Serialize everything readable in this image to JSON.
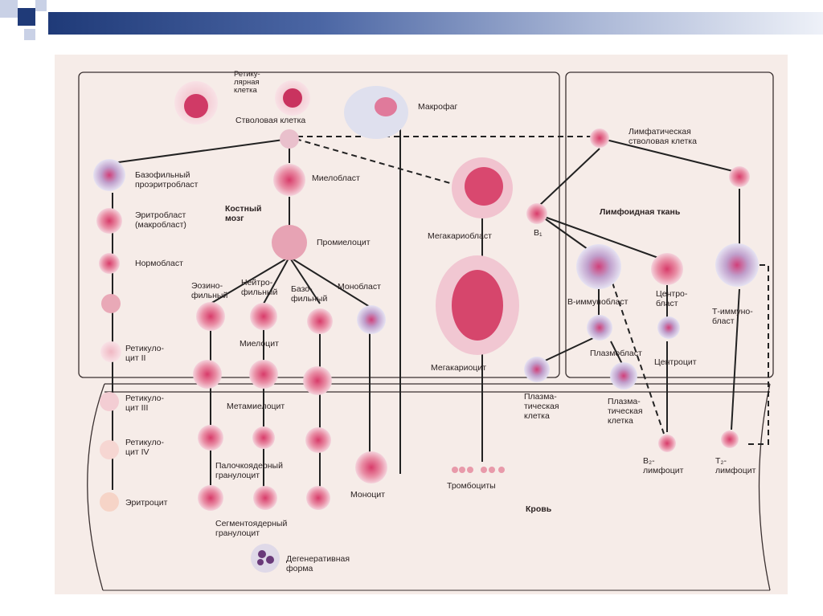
{
  "labels": {
    "reticular": "Ретику-\nлярная\nклетка",
    "stem": "Стволовая клетка",
    "macrophage": "Макрофаг",
    "lymph_stem": "Лимфатическая\nстволовая клетка",
    "baso_proerythroblast": "Базофильный\nпроэритробласт",
    "erythroblast": "Эритробласт\n(макробласт)",
    "normoblast": "Нормобласт",
    "reticulocyte2": "Ретикуло-\nцит II",
    "reticulocyte3": "Ретикуло-\nцит III",
    "reticulocyte4": "Ретикуло-\nцит IV",
    "erythrocyte": "Эритроцит",
    "bone_marrow": "Костный\nмозг",
    "myeloblast": "Миелобласт",
    "promyelocyte": "Промиелоцит",
    "eosino": "Эозино-\nфильный",
    "neutro": "Нейтро-\nфильный",
    "baso": "Базо-\nфильный",
    "monoblast": "Монобласт",
    "myelocyte": "Миелоцит",
    "metamyelocyte": "Метамиелоцит",
    "band": "Палочкоядерный\nгранулоцит",
    "segmented": "Сегментоядерный\nгранулоцит",
    "degenerative": "Дегенеративная\nформа",
    "monocyte": "Моноцит",
    "megakaryoblast": "Мегакариобласт",
    "megakaryocyte": "Мегакариоцит",
    "platelets": "Тромбоциты",
    "lymphoid": "Лимфоидная ткань",
    "b1": "B₁",
    "b_immunoblast": "В-иммунобласт",
    "centroblast": "Центро-\nбласт",
    "t_immunoblast": "Т-иммуно-\nбласт",
    "plasmablast": "Плазмобласт",
    "centrocyte": "Центроцит",
    "plasma1": "Плазма-\nтическая\nклетка",
    "plasma2": "Плазма-\nтическая\nклетка",
    "b2_lymph": "В₂-\nлимфоцит",
    "t2_lymph": "Т₂-\nлимфоцит",
    "blood": "Кровь"
  },
  "colors": {
    "banner_dark": "#1f3a78",
    "sheet": "#f6ece8",
    "cell_pink": "#e98fa6",
    "nucleus": "#c2325d",
    "cytoplasm_blue": "#b8b8dd"
  }
}
